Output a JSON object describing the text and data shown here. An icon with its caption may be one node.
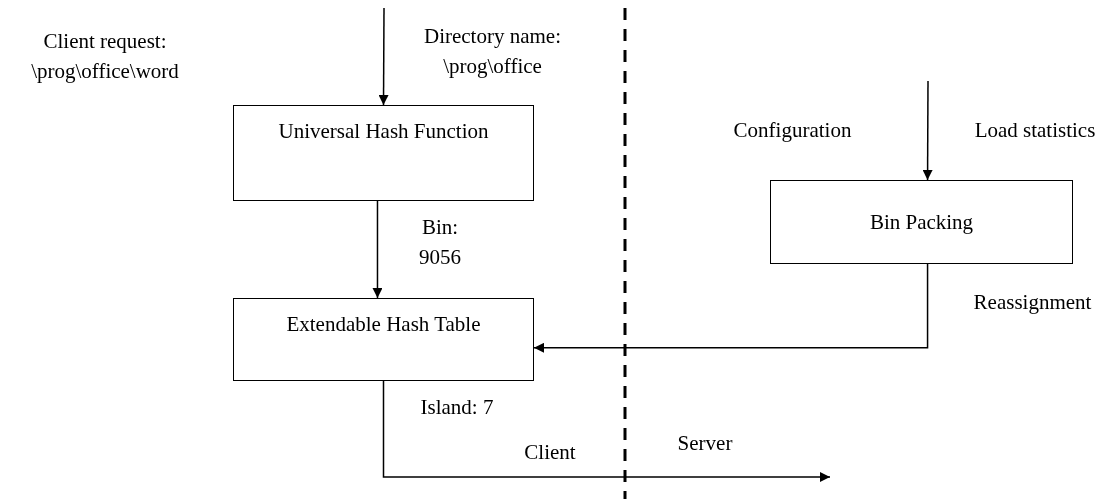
{
  "diagram": {
    "nodes": [
      {
        "text": [
          "Universal Hash Function"
        ]
      },
      {
        "text": [
          "Extendable Hash Table"
        ]
      },
      {
        "text": [
          "Bin Packing"
        ]
      }
    ],
    "edges": [
      {
        "from": null,
        "to": 0,
        "arrow": "to"
      },
      {
        "from": 0,
        "to": 1,
        "arrow": "to",
        "label": "Bin: 9056"
      },
      {
        "from": null,
        "to": 2,
        "arrow": "to"
      },
      {
        "from": 2,
        "to": 1,
        "arrow": "to",
        "label": "Reassignment"
      },
      {
        "from": 1,
        "to": null,
        "arrow": "to",
        "label": "Island: 7"
      }
    ],
    "labels": [
      "Client request: \\prog\\office\\word",
      "Directory name: \\prog\\office",
      "Configuration",
      "Load statistics",
      "Client",
      "Server"
    ]
  }
}
